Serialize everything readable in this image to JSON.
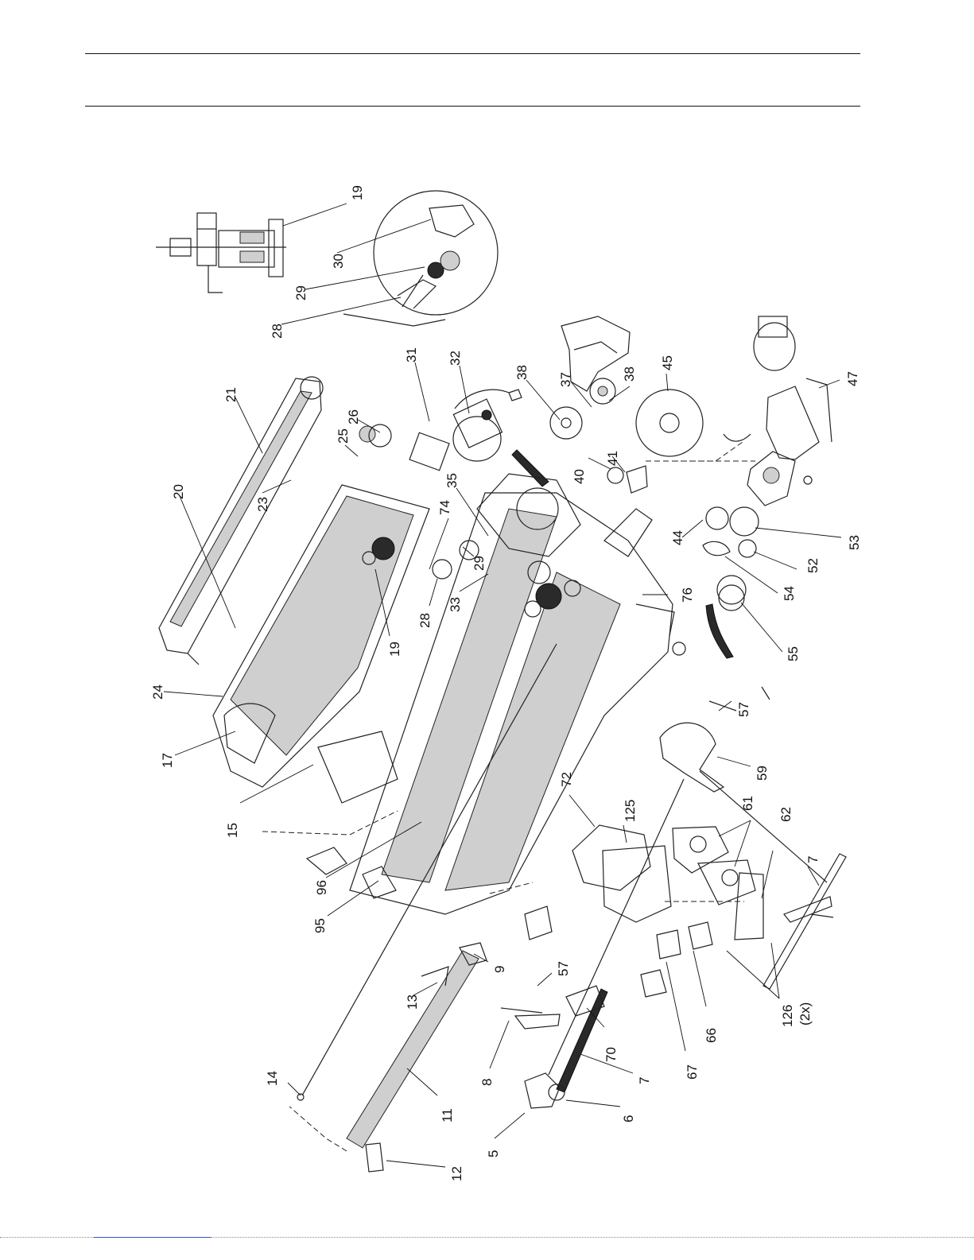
{
  "diagram": {
    "callouts": [
      {
        "id": "c19a",
        "text": "19"
      },
      {
        "id": "c30",
        "text": "30"
      },
      {
        "id": "c29a",
        "text": "29"
      },
      {
        "id": "c28a",
        "text": "28"
      },
      {
        "id": "c31",
        "text": "31"
      },
      {
        "id": "c32",
        "text": "32"
      },
      {
        "id": "c38a",
        "text": "38"
      },
      {
        "id": "c37",
        "text": "37"
      },
      {
        "id": "c38b",
        "text": "38"
      },
      {
        "id": "c45",
        "text": "45"
      },
      {
        "id": "c47",
        "text": "47"
      },
      {
        "id": "c21",
        "text": "21"
      },
      {
        "id": "c26",
        "text": "26"
      },
      {
        "id": "c25",
        "text": "25"
      },
      {
        "id": "c20",
        "text": "20"
      },
      {
        "id": "c35",
        "text": "35"
      },
      {
        "id": "c40",
        "text": "40"
      },
      {
        "id": "c41",
        "text": "41"
      },
      {
        "id": "c74",
        "text": "74"
      },
      {
        "id": "c23",
        "text": "23"
      },
      {
        "id": "c44",
        "text": "44"
      },
      {
        "id": "c53",
        "text": "53"
      },
      {
        "id": "c29b",
        "text": "29"
      },
      {
        "id": "c52",
        "text": "52"
      },
      {
        "id": "c54",
        "text": "54"
      },
      {
        "id": "c28b",
        "text": "28"
      },
      {
        "id": "c33",
        "text": "33"
      },
      {
        "id": "c76",
        "text": "76"
      },
      {
        "id": "c19b",
        "text": "19"
      },
      {
        "id": "c55",
        "text": "55"
      },
      {
        "id": "c24",
        "text": "24"
      },
      {
        "id": "c17",
        "text": "17"
      },
      {
        "id": "c57a",
        "text": "57"
      },
      {
        "id": "c59",
        "text": "59"
      },
      {
        "id": "c72",
        "text": "72"
      },
      {
        "id": "c15",
        "text": "15"
      },
      {
        "id": "c125",
        "text": "125"
      },
      {
        "id": "c61",
        "text": "61"
      },
      {
        "id": "c62",
        "text": "62"
      },
      {
        "id": "c96",
        "text": "96"
      },
      {
        "id": "c7a",
        "text": "7"
      },
      {
        "id": "c95",
        "text": "95"
      },
      {
        "id": "c9",
        "text": "9"
      },
      {
        "id": "c57b",
        "text": "57"
      },
      {
        "id": "c13",
        "text": "13"
      },
      {
        "id": "c126",
        "text": "126"
      },
      {
        "id": "c2x",
        "text": "(2x)"
      },
      {
        "id": "c66",
        "text": "66"
      },
      {
        "id": "c67",
        "text": "67"
      },
      {
        "id": "c70",
        "text": "70"
      },
      {
        "id": "c14",
        "text": "14"
      },
      {
        "id": "c8",
        "text": "8"
      },
      {
        "id": "c7b",
        "text": "7"
      },
      {
        "id": "c11",
        "text": "11"
      },
      {
        "id": "c6",
        "text": "6"
      },
      {
        "id": "c5",
        "text": "5"
      },
      {
        "id": "c12",
        "text": "12"
      }
    ]
  }
}
